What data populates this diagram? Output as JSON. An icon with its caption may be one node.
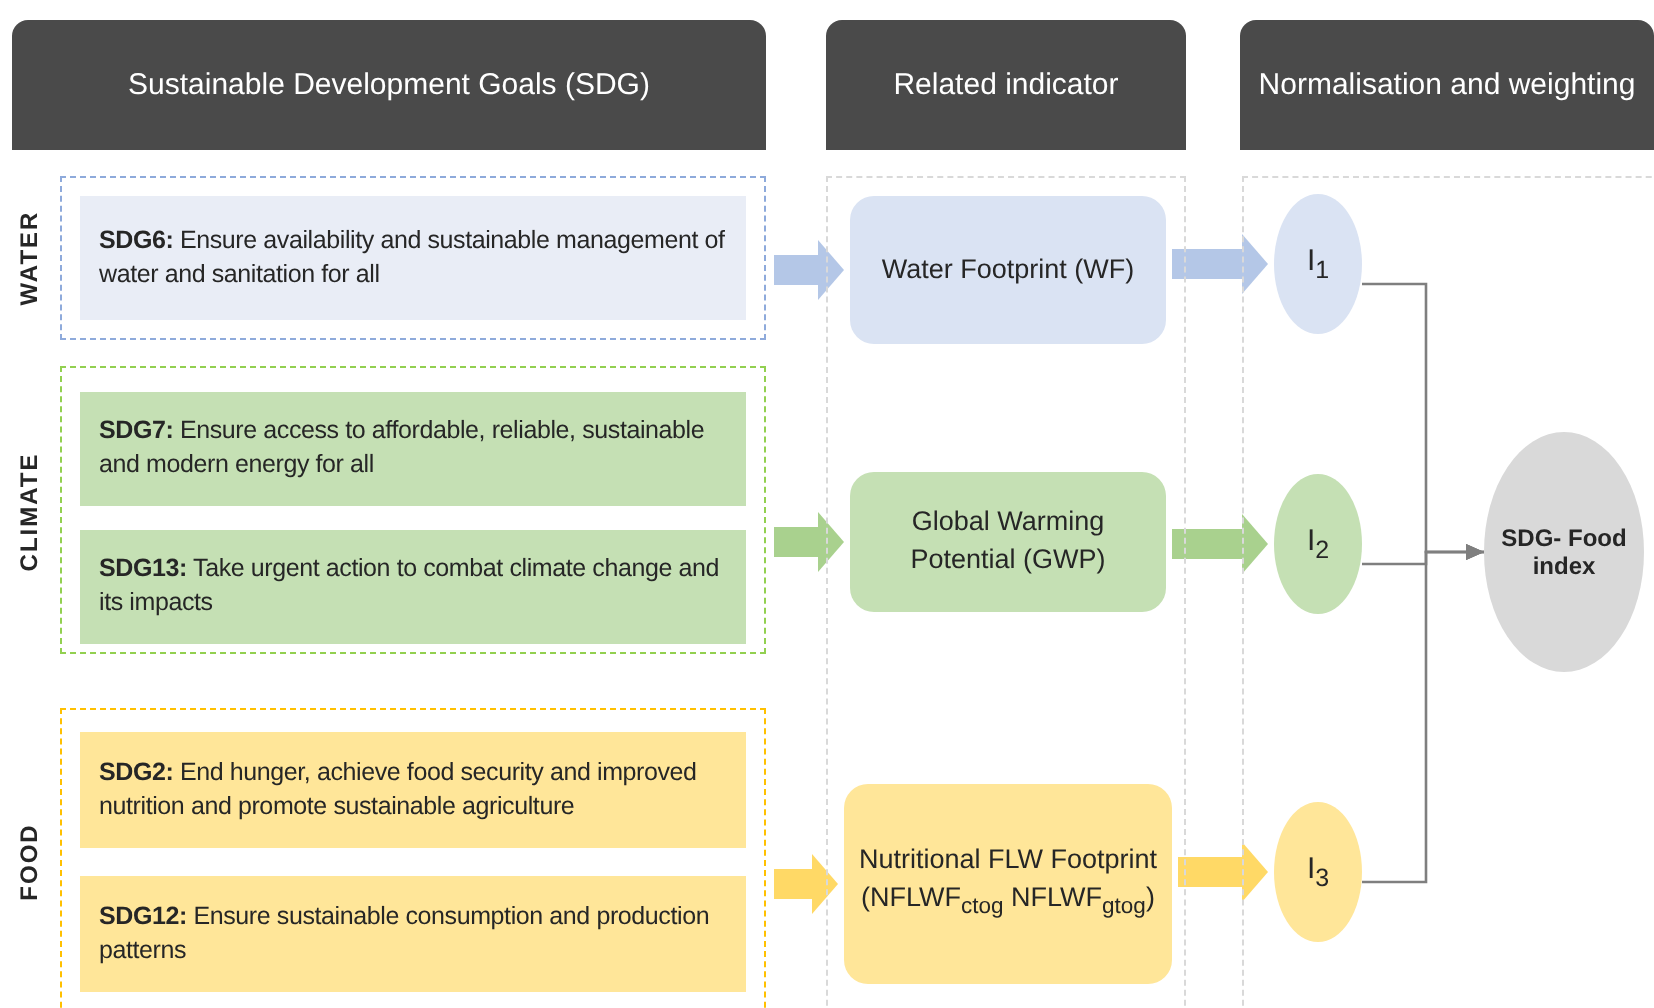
{
  "diagram": {
    "nodes": [
      {
        "text": [
          "Sustainable Development Goals (SDG)"
        ]
      },
      {
        "text": [
          "Related indicator"
        ]
      },
      {
        "text": [
          "Normalisation and weighting"
        ]
      },
      {
        "text": [
          "WATER"
        ]
      },
      {
        "text": [
          "**SDG6:** Ensure availability and sustainable management of water and sanitation for all"
        ],
        "in": 3
      },
      {
        "text": [
          "CLIMATE"
        ]
      },
      {
        "text": [
          "**SDG7:** Ensure access to affordable, reliable, sustainable and modern energy for all"
        ],
        "in": 5
      },
      {
        "text": [
          "**SDG13:** Take urgent action to combat climate change and its impacts"
        ],
        "in": 5
      },
      {
        "text": [
          "FOOD"
        ]
      },
      {
        "text": [
          "**SDG2:** End hunger, achieve food security and improved nutrition and promote sustainable agriculture"
        ],
        "in": 8
      },
      {
        "text": [
          "**SDG12:** Ensure sustainable consumption and production patterns"
        ],
        "in": 8
      },
      {
        "text": [
          "Water Footprint (WF)"
        ]
      },
      {
        "text": [
          "Global Warming Potential (GWP)"
        ]
      },
      {
        "text": [
          "Nutritional FLW Footprint (NFLWF$_{ctog}$ NFLWF$_{gtog}$)"
        ]
      },
      {
        "text": [
          "I$_{1}$"
        ]
      },
      {
        "text": [
          "I$_{2}$"
        ]
      },
      {
        "text": [
          "I$_{3}$"
        ]
      },
      {
        "text": [
          "SDG- Food index"
        ]
      }
    ],
    "edges": [
      {
        "from": 3,
        "to": 11,
        "arrow": "to",
        "color": "#b4c7e7"
      },
      {
        "from": 5,
        "to": 12,
        "arrow": "to",
        "color": "#a9d18e"
      },
      {
        "from": 8,
        "to": 13,
        "arrow": "to",
        "color": "#ffd966"
      },
      {
        "from": 11,
        "to": 14,
        "arrow": "to",
        "color": "#b4c7e7"
      },
      {
        "from": 12,
        "to": 15,
        "arrow": "to",
        "color": "#a9d18e"
      },
      {
        "from": 13,
        "to": 16,
        "arrow": "to",
        "color": "#ffd966"
      },
      {
        "from": 14,
        "to": 17,
        "arrow": "to"
      },
      {
        "from": 15,
        "to": 17,
        "arrow": "to"
      },
      {
        "from": 16,
        "to": 17,
        "arrow": "to"
      }
    ]
  }
}
